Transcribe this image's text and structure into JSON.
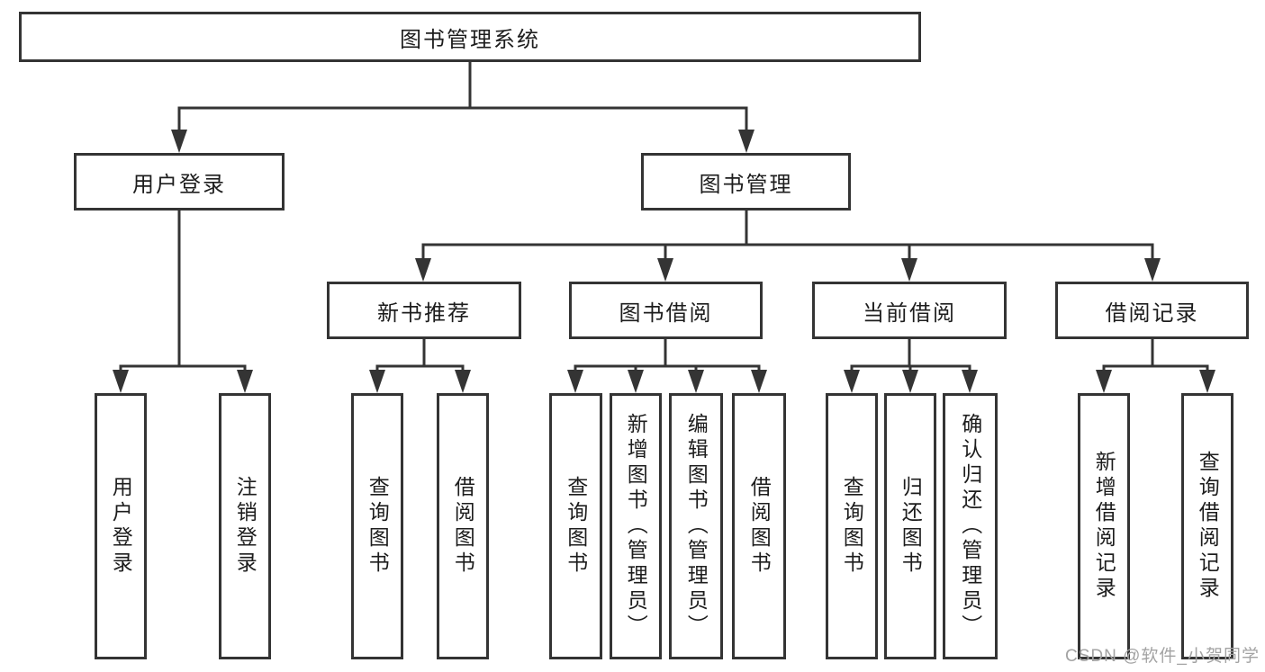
{
  "diagram": {
    "title": "图书管理系统",
    "root": {
      "label": "图书管理系统"
    },
    "level1": [
      {
        "label": "用户登录"
      },
      {
        "label": "图书管理"
      }
    ],
    "level2": [
      {
        "label": "新书推荐"
      },
      {
        "label": "图书借阅"
      },
      {
        "label": "当前借阅"
      },
      {
        "label": "借阅记录"
      }
    ],
    "leaves": [
      {
        "label": "用户登录"
      },
      {
        "label": "注销登录"
      },
      {
        "label": "查询图书"
      },
      {
        "label": "借阅图书"
      },
      {
        "label": "查询图书"
      },
      {
        "label": "新增图书（管理员）"
      },
      {
        "label": "编辑图书（管理员）"
      },
      {
        "label": "借阅图书"
      },
      {
        "label": "查询图书"
      },
      {
        "label": "归还图书"
      },
      {
        "label": "确认归还（管理员）"
      },
      {
        "label": "新增借阅记录"
      },
      {
        "label": "查询借阅记录"
      }
    ],
    "watermark": "CSDN @软件_小贺同学",
    "colors": {
      "line": "#343434",
      "text": "#1d1d1d",
      "watermark": "#a3a3a3",
      "background": "#ffffff"
    }
  }
}
